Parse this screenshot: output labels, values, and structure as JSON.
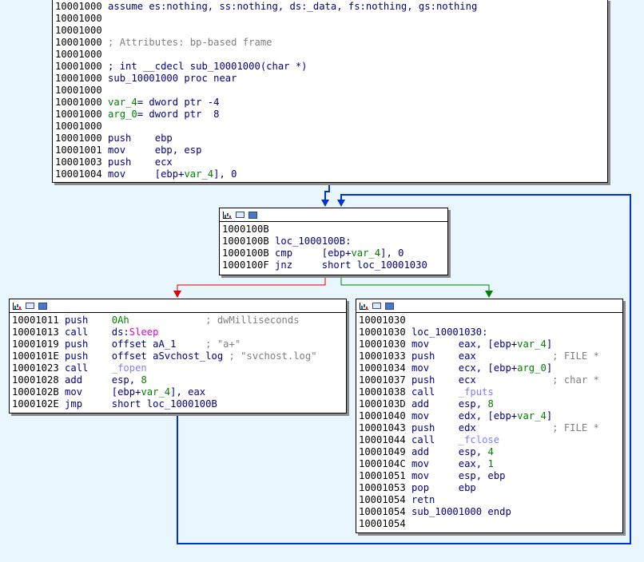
{
  "colors": {
    "background": "#e9f6fe",
    "edge_flow": "#0033cc",
    "edge_true": "#008000",
    "edge_false": "#e00000",
    "mnemonic": "#000080",
    "operand_name": "#008000",
    "comment": "#808080",
    "import": "#e000e0",
    "library_func": "#8080ff"
  },
  "toolbar_icons": [
    "chart-icon",
    "graph-icon",
    "disk-icon"
  ],
  "node_top": [
    [
      {
        "t": "10001000"
      },
      {
        "k": "t",
        "t": " assume es:nothing, ss:nothing, ds:_data, fs:nothing, gs:nothing"
      }
    ],
    [
      {
        "t": "10001000"
      }
    ],
    [
      {
        "t": "10001000"
      }
    ],
    [
      {
        "t": "10001000"
      },
      {
        "k": "c",
        "t": " ; Attributes: bp-based frame"
      }
    ],
    [
      {
        "t": "10001000"
      }
    ],
    [
      {
        "t": "10001000"
      },
      {
        "k": "t",
        "t": " ; int __cdecl sub_10001000(char *)"
      }
    ],
    [
      {
        "t": "10001000"
      },
      {
        "k": "t",
        "t": " sub_10001000 proc near"
      }
    ],
    [
      {
        "t": "10001000"
      }
    ],
    [
      {
        "t": "10001000"
      },
      {
        "k": "g",
        "t": " var_4"
      },
      {
        "k": "t",
        "t": "= dword ptr -4"
      }
    ],
    [
      {
        "t": "10001000"
      },
      {
        "k": "g",
        "t": " arg_0"
      },
      {
        "k": "t",
        "t": "= dword ptr  8"
      }
    ],
    [
      {
        "t": "10001000"
      }
    ],
    [
      {
        "t": "10001000"
      },
      {
        "k": "t",
        "t": " push    ebp"
      }
    ],
    [
      {
        "t": "10001001"
      },
      {
        "k": "t",
        "t": " mov     ebp, esp"
      }
    ],
    [
      {
        "t": "10001003"
      },
      {
        "k": "t",
        "t": " push    ecx"
      }
    ],
    [
      {
        "t": "10001004"
      },
      {
        "k": "t",
        "t": " mov     [ebp+"
      },
      {
        "k": "g",
        "t": "var_4"
      },
      {
        "k": "t",
        "t": "], 0"
      }
    ]
  ],
  "node_loop": [
    [
      {
        "t": "1000100B"
      }
    ],
    [
      {
        "t": "1000100B"
      },
      {
        "k": "t",
        "t": " loc_1000100B:"
      }
    ],
    [
      {
        "t": "1000100B"
      },
      {
        "k": "t",
        "t": " cmp     [ebp+"
      },
      {
        "k": "g",
        "t": "var_4"
      },
      {
        "k": "t",
        "t": "], 0"
      }
    ],
    [
      {
        "t": "1000100F"
      },
      {
        "k": "t",
        "t": " jnz     short loc_10001030"
      }
    ]
  ],
  "node_left": [
    [
      {
        "t": "10001011"
      },
      {
        "k": "t",
        "t": " push    "
      },
      {
        "k": "g",
        "t": "0Ah"
      },
      {
        "k": "t",
        "t": "             "
      },
      {
        "k": "c",
        "t": "; dwMilliseconds"
      }
    ],
    [
      {
        "t": "10001013"
      },
      {
        "k": "t",
        "t": " call    ds:"
      },
      {
        "k": "m",
        "t": "Sleep"
      }
    ],
    [
      {
        "t": "10001019"
      },
      {
        "k": "t",
        "t": " push    offset aA_1     "
      },
      {
        "k": "c",
        "t": "; \"a+\""
      }
    ],
    [
      {
        "t": "1000101E"
      },
      {
        "k": "t",
        "t": " push    offset aSvchost_log "
      },
      {
        "k": "c",
        "t": "; \"svchost.log\""
      }
    ],
    [
      {
        "t": "10001023"
      },
      {
        "k": "t",
        "t": " call    "
      },
      {
        "k": "f",
        "t": "_fopen"
      }
    ],
    [
      {
        "t": "10001028"
      },
      {
        "k": "t",
        "t": " add     esp, "
      },
      {
        "k": "g",
        "t": "8"
      }
    ],
    [
      {
        "t": "1000102B"
      },
      {
        "k": "t",
        "t": " mov     [ebp+"
      },
      {
        "k": "g",
        "t": "var_4"
      },
      {
        "k": "t",
        "t": "], eax"
      }
    ],
    [
      {
        "t": "1000102E"
      },
      {
        "k": "t",
        "t": " jmp     short loc_1000100B"
      }
    ]
  ],
  "node_right": [
    [
      {
        "t": "10001030"
      }
    ],
    [
      {
        "t": "10001030"
      },
      {
        "k": "t",
        "t": " loc_10001030:"
      }
    ],
    [
      {
        "t": "10001030"
      },
      {
        "k": "t",
        "t": " mov     eax, [ebp+"
      },
      {
        "k": "g",
        "t": "var_4"
      },
      {
        "k": "t",
        "t": "]"
      }
    ],
    [
      {
        "t": "10001033"
      },
      {
        "k": "t",
        "t": " push    eax             "
      },
      {
        "k": "c",
        "t": "; FILE *"
      }
    ],
    [
      {
        "t": "10001034"
      },
      {
        "k": "t",
        "t": " mov     ecx, [ebp+"
      },
      {
        "k": "g",
        "t": "arg_0"
      },
      {
        "k": "t",
        "t": "]"
      }
    ],
    [
      {
        "t": "10001037"
      },
      {
        "k": "t",
        "t": " push    ecx             "
      },
      {
        "k": "c",
        "t": "; char *"
      }
    ],
    [
      {
        "t": "10001038"
      },
      {
        "k": "t",
        "t": " call    "
      },
      {
        "k": "f",
        "t": "_fputs"
      }
    ],
    [
      {
        "t": "1000103D"
      },
      {
        "k": "t",
        "t": " add     esp, "
      },
      {
        "k": "g",
        "t": "8"
      }
    ],
    [
      {
        "t": "10001040"
      },
      {
        "k": "t",
        "t": " mov     edx, [ebp+"
      },
      {
        "k": "g",
        "t": "var_4"
      },
      {
        "k": "t",
        "t": "]"
      }
    ],
    [
      {
        "t": "10001043"
      },
      {
        "k": "t",
        "t": " push    edx             "
      },
      {
        "k": "c",
        "t": "; FILE *"
      }
    ],
    [
      {
        "t": "10001044"
      },
      {
        "k": "t",
        "t": " call    "
      },
      {
        "k": "f",
        "t": "_fclose"
      }
    ],
    [
      {
        "t": "10001049"
      },
      {
        "k": "t",
        "t": " add     esp, "
      },
      {
        "k": "g",
        "t": "4"
      }
    ],
    [
      {
        "t": "1000104C"
      },
      {
        "k": "t",
        "t": " mov     eax, "
      },
      {
        "k": "g",
        "t": "1"
      }
    ],
    [
      {
        "t": "10001051"
      },
      {
        "k": "t",
        "t": " mov     esp, ebp"
      }
    ],
    [
      {
        "t": "10001053"
      },
      {
        "k": "t",
        "t": " pop     ebp"
      }
    ],
    [
      {
        "t": "10001054"
      },
      {
        "k": "t",
        "t": " retn"
      }
    ],
    [
      {
        "t": "10001054"
      },
      {
        "k": "t",
        "t": " sub_10001000 endp"
      }
    ],
    [
      {
        "t": "10001054"
      }
    ]
  ]
}
